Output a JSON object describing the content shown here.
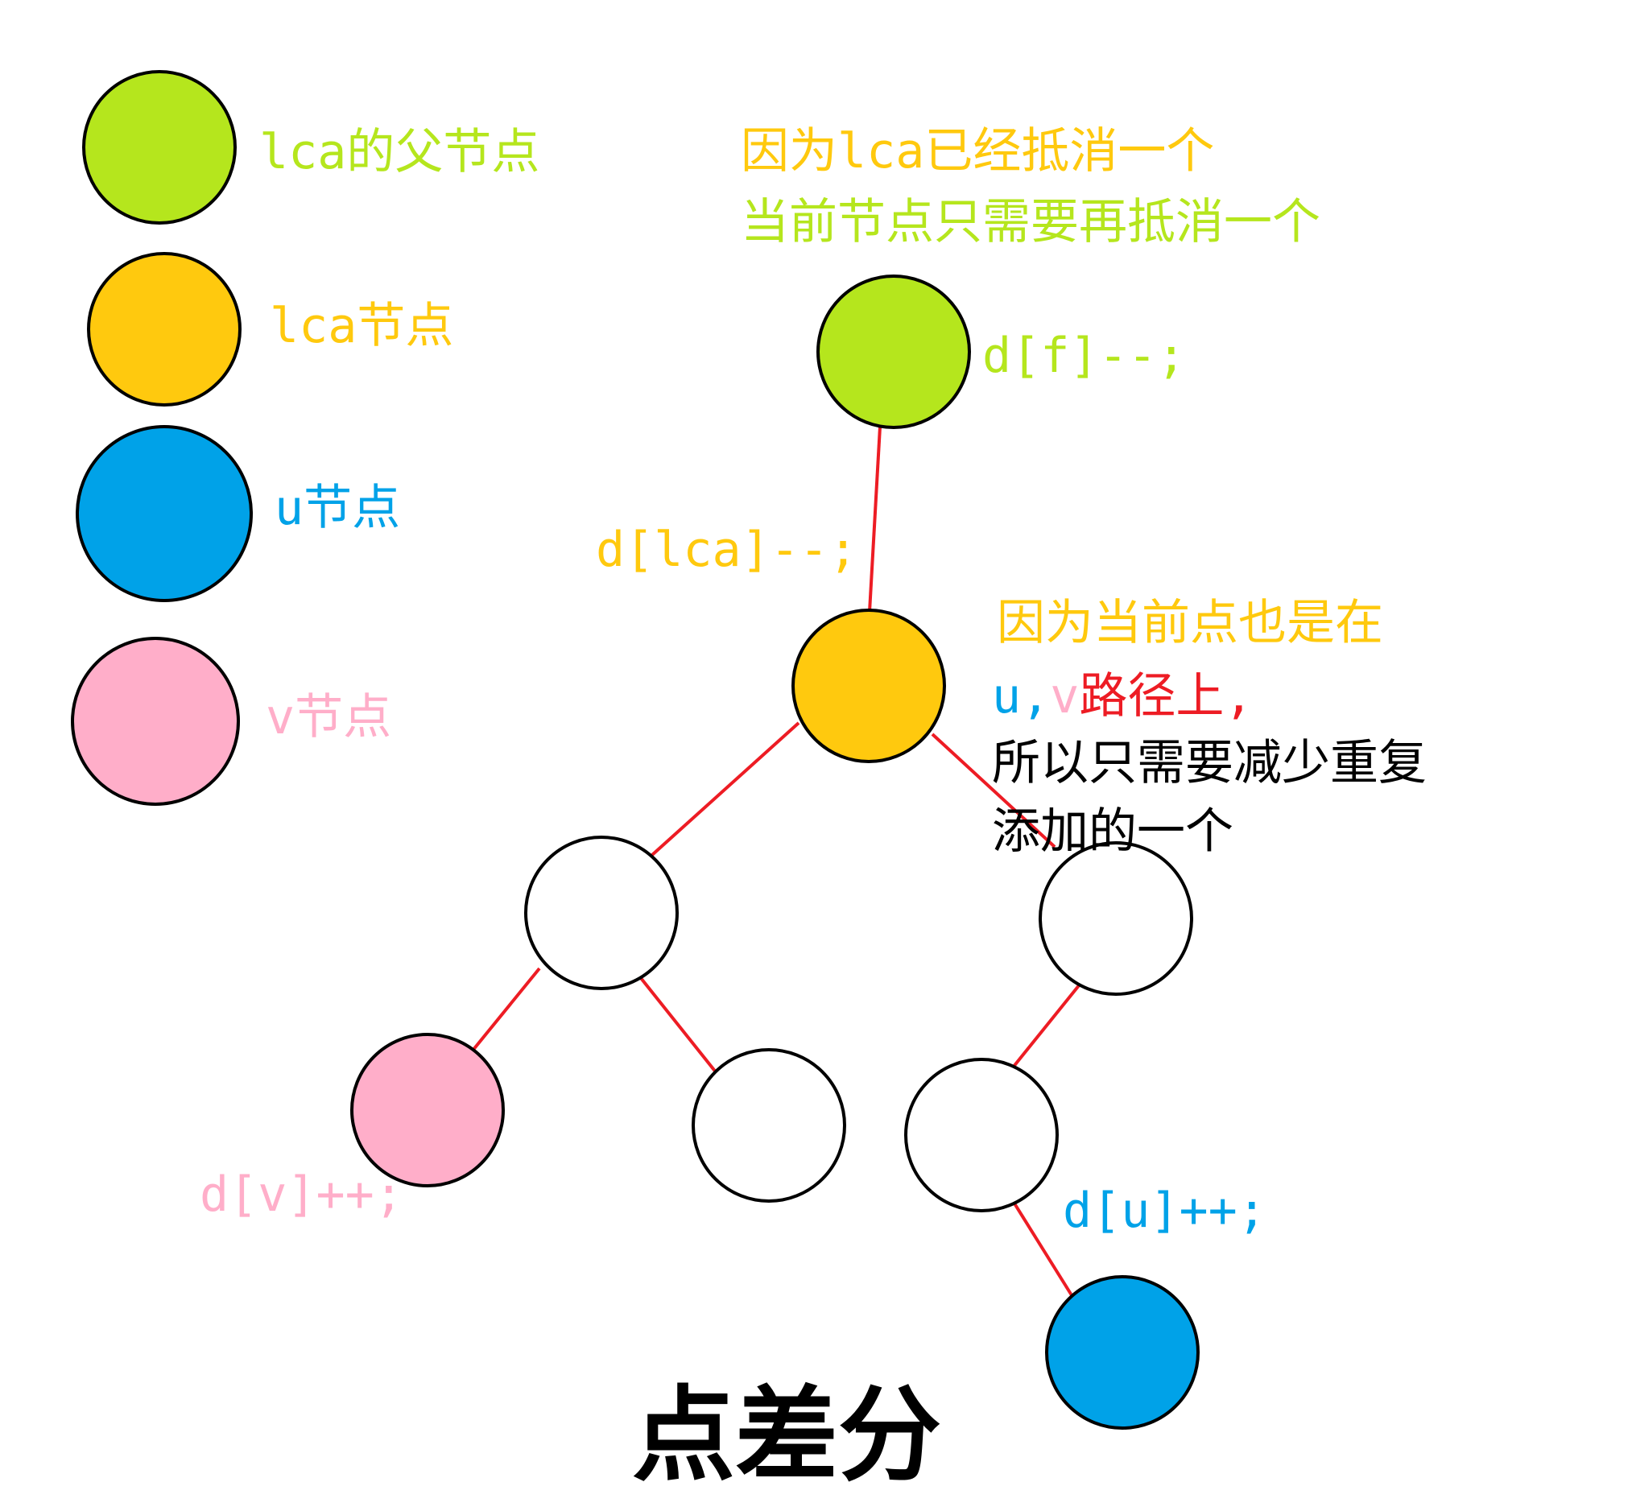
{
  "colors": {
    "lca_parent": "#b5e61d",
    "lca": "#ffc90e",
    "u": "#00a2e8",
    "v": "#ffaec9",
    "edge": "#ed1c24",
    "text_dark": "#000000",
    "plain_node": "#ffffff"
  },
  "legend": [
    {
      "key": "lca_parent",
      "label": "lca的父节点"
    },
    {
      "key": "lca",
      "label": "lca节点"
    },
    {
      "key": "u",
      "label": "u节点"
    },
    {
      "key": "v",
      "label": "v节点"
    }
  ],
  "annotations": {
    "top_line1": "因为lca已经抵消一个",
    "top_line2": "当前节点只需要再抵消一个",
    "d_f": "d[f]--;",
    "d_lca": "d[lca]--;",
    "mid_line1": "因为当前点也是在",
    "mid_u": "u,",
    "mid_v": "v",
    "mid_path": "路径上,",
    "mid_line3": "所以只需要减少重复",
    "mid_line4": "添加的一个",
    "d_v": "d[v]++;",
    "d_u": "d[u]++;"
  },
  "title": "点差分",
  "tree": {
    "nodes": [
      {
        "id": "f",
        "role": "lca_parent"
      },
      {
        "id": "lca",
        "role": "lca"
      },
      {
        "id": "n_left",
        "role": "plain"
      },
      {
        "id": "n_right",
        "role": "plain"
      },
      {
        "id": "v",
        "role": "v"
      },
      {
        "id": "n_ll_right",
        "role": "plain"
      },
      {
        "id": "n_rl",
        "role": "plain"
      },
      {
        "id": "u",
        "role": "u"
      }
    ],
    "edges": [
      [
        "f",
        "lca"
      ],
      [
        "lca",
        "n_left"
      ],
      [
        "lca",
        "n_right"
      ],
      [
        "n_left",
        "v"
      ],
      [
        "n_left",
        "n_ll_right"
      ],
      [
        "n_right",
        "n_rl"
      ],
      [
        "n_rl",
        "u"
      ]
    ]
  }
}
